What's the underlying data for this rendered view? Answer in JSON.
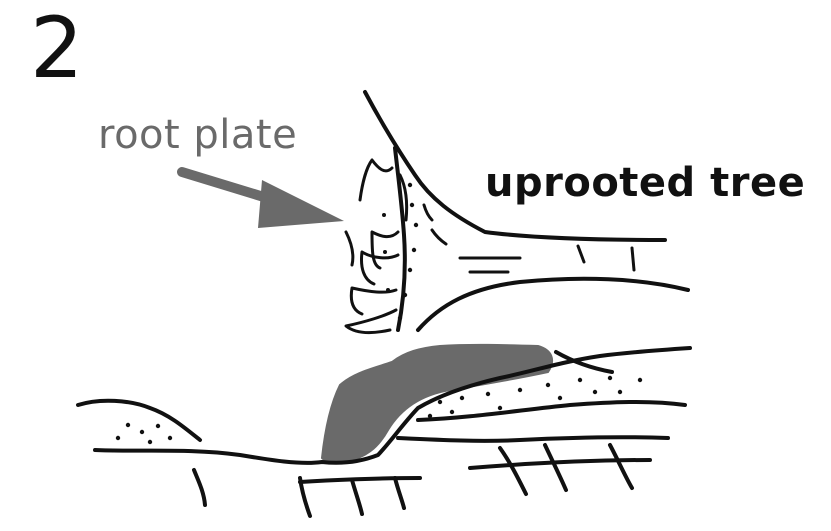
{
  "figure": {
    "panel_number": "2",
    "labels": {
      "root_plate": "root plate",
      "uprooted_tree": "uprooted tree"
    },
    "colors": {
      "ink": "#111111",
      "arrow": "#6a6a6a",
      "pit_fill": "#6a6a6a",
      "background": "#ffffff"
    }
  }
}
